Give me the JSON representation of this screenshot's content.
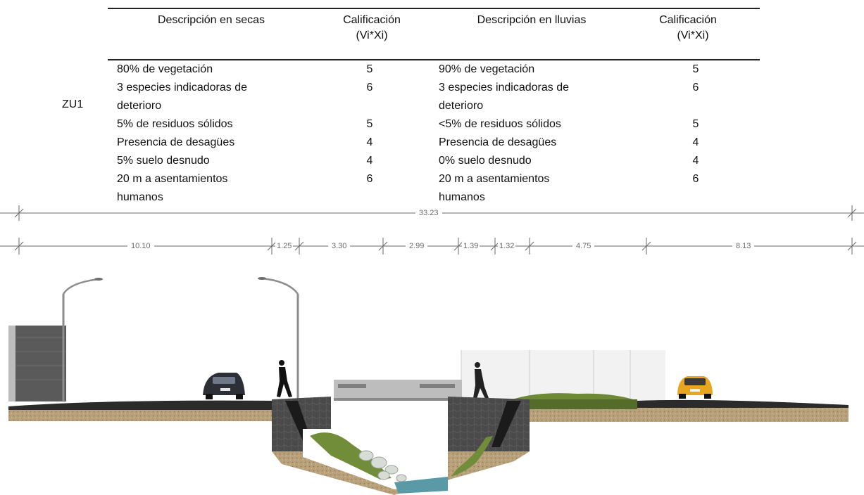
{
  "table": {
    "headers": {
      "dry_description": "Descripción en secas",
      "dry_score_line1": "Calificación",
      "dry_score_line2": "(Vi*Xi)",
      "wet_description": "Descripción en lluvias",
      "wet_score_line1": "Calificación",
      "wet_score_line2": "(Vi*Xi)"
    },
    "zone": "ZU1",
    "rows": [
      {
        "dry": "80% de vegetación",
        "dry_score": "5",
        "wet": "90% de vegetación",
        "wet_score": "5"
      },
      {
        "dry": "3 especies indicadoras de",
        "dry_cont": "deterioro",
        "dry_score": "6",
        "wet": "3 especies indicadoras de",
        "wet_cont": "deterioro",
        "wet_score": "6"
      },
      {
        "dry": "5% de residuos sólidos",
        "dry_score": "5",
        "wet": "<5% de residuos sólidos",
        "wet_score": "5"
      },
      {
        "dry": "Presencia de desagües",
        "dry_score": "4",
        "wet": "Presencia de desagües",
        "wet_score": "4"
      },
      {
        "dry": "5% suelo desnudo",
        "dry_score": "4",
        "wet": "0% suelo desnudo",
        "wet_score": "4"
      },
      {
        "dry": "20 m  a asentamientos",
        "dry_cont": "humanos",
        "dry_score": "6",
        "wet": "20 m  a asentamientos",
        "wet_cont": "humanos",
        "wet_score": "6"
      }
    ]
  },
  "dimensions": {
    "total": "33.23",
    "segments": [
      "10.10",
      "1.25",
      "3.30",
      "2.99",
      "1.39",
      "1.32",
      "4.75",
      "8.13"
    ]
  },
  "colors": {
    "asphalt": "#2b2b2b",
    "soil": "#b49a6e",
    "concrete": "#4d4d4d",
    "grass": "#7a8f3a",
    "water": "#5a9aa6",
    "wall": "#5e5e5e",
    "car_dark": "#2d2f36",
    "car_yellow": "#e7a520",
    "dim_line": "#6a6a6a"
  }
}
